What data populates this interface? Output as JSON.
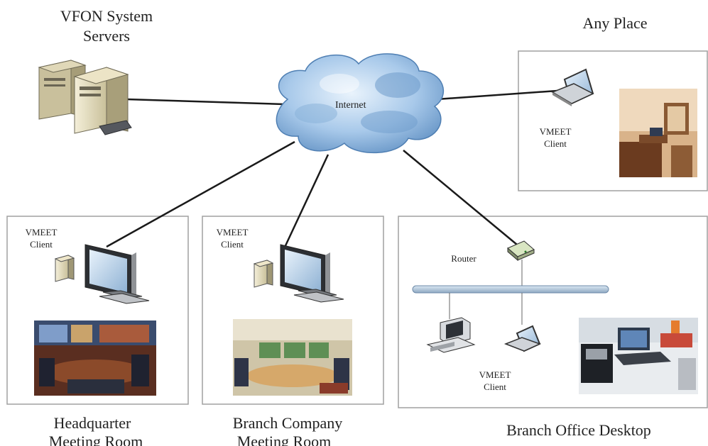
{
  "title_left": [
    "VFON System",
    "Servers"
  ],
  "title_right": "Any Place",
  "cloud_label": "Internet",
  "client_label": [
    "VMEET",
    "Client"
  ],
  "router_label": "Router",
  "captions": {
    "headquarter": [
      "Headquarter",
      "Meeting Room"
    ],
    "branch_company": [
      "Branch Company",
      "Meeting Room"
    ],
    "branch_office": "Branch Office Desktop"
  },
  "colors": {
    "box_border": "#9a9a9a",
    "link": "#1a1a1a",
    "cloud_fill": "#7aa9d6",
    "cloud_light": "#cfe3f6",
    "lan_bar": "#9fb7cf"
  }
}
